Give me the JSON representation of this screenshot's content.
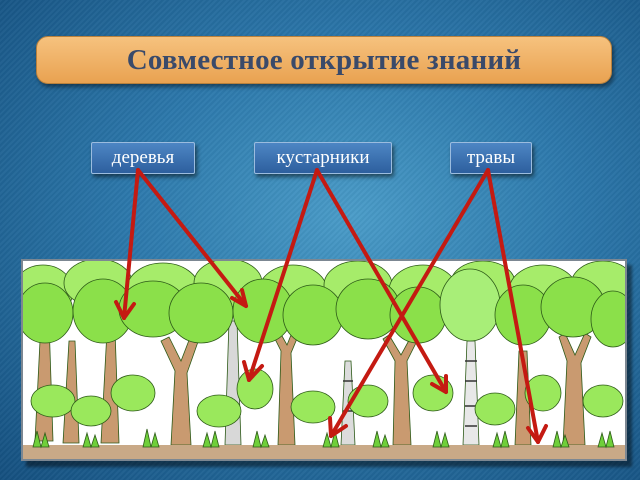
{
  "title": "Совместное открытие знаний",
  "labels": {
    "trees": "деревья",
    "shrubs": "кустарники",
    "grasses": "травы"
  },
  "colors": {
    "background": "#2c78ab",
    "title_box": "#f0b062",
    "title_text": "#3a4a6a",
    "label_box": "#3a72b4",
    "arrow": "#c41a12",
    "foliage": "#8be04a",
    "trunk": "#b07850"
  },
  "illustration": "forest-layers-drawing"
}
